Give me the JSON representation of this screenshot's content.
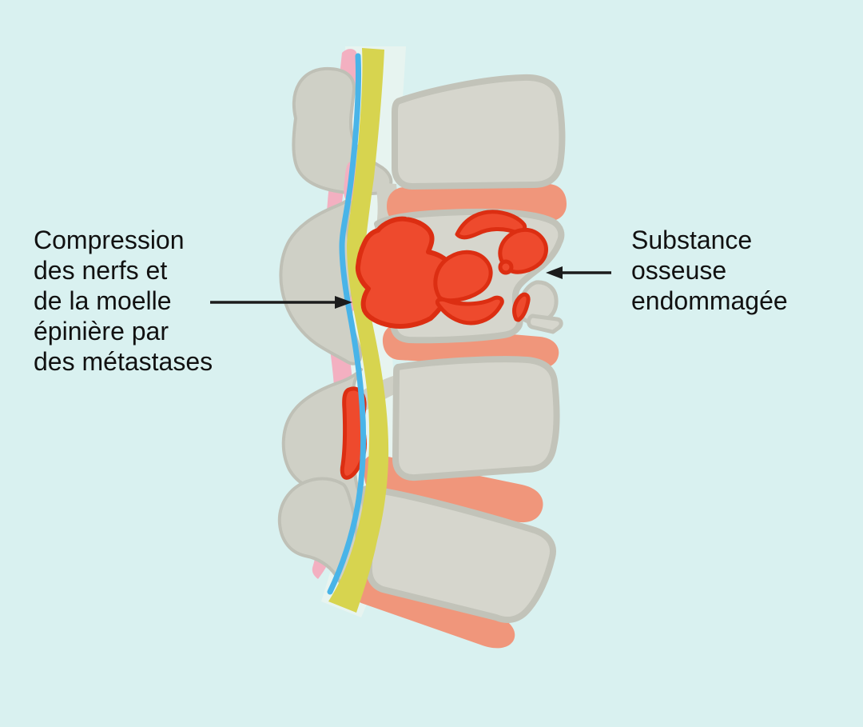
{
  "figure": {
    "type": "medical-illustration",
    "subject": "Lateral view of spinal column with vertebral metastases"
  },
  "annotations": {
    "left": {
      "lines": [
        "Compression",
        "des nerfs et",
        "de la moelle",
        "épinière par",
        "des métastases"
      ],
      "arrow_direction": "right"
    },
    "right": {
      "lines": [
        "Substance",
        "osseuse",
        "endommagée"
      ],
      "arrow_direction": "left"
    }
  },
  "colors": {
    "background": "#d9f1f0",
    "canal_highlight": "#e7f4f0",
    "bone_fill": "#d6d6cd",
    "bone_outline": "#c2c3b9",
    "process_fill": "#cfd0c6",
    "process_outline": "#bfc0b6",
    "disc": "#f0967b",
    "metastasis_fill": "#ee4a2d",
    "metastasis_outline": "#dc2e12",
    "spinal_cord": "#d7d44f",
    "csf_line": "#49b4e8",
    "ligament_pink": "#f3b0c1",
    "text": "#111111",
    "arrow": "#1c1c1c"
  }
}
